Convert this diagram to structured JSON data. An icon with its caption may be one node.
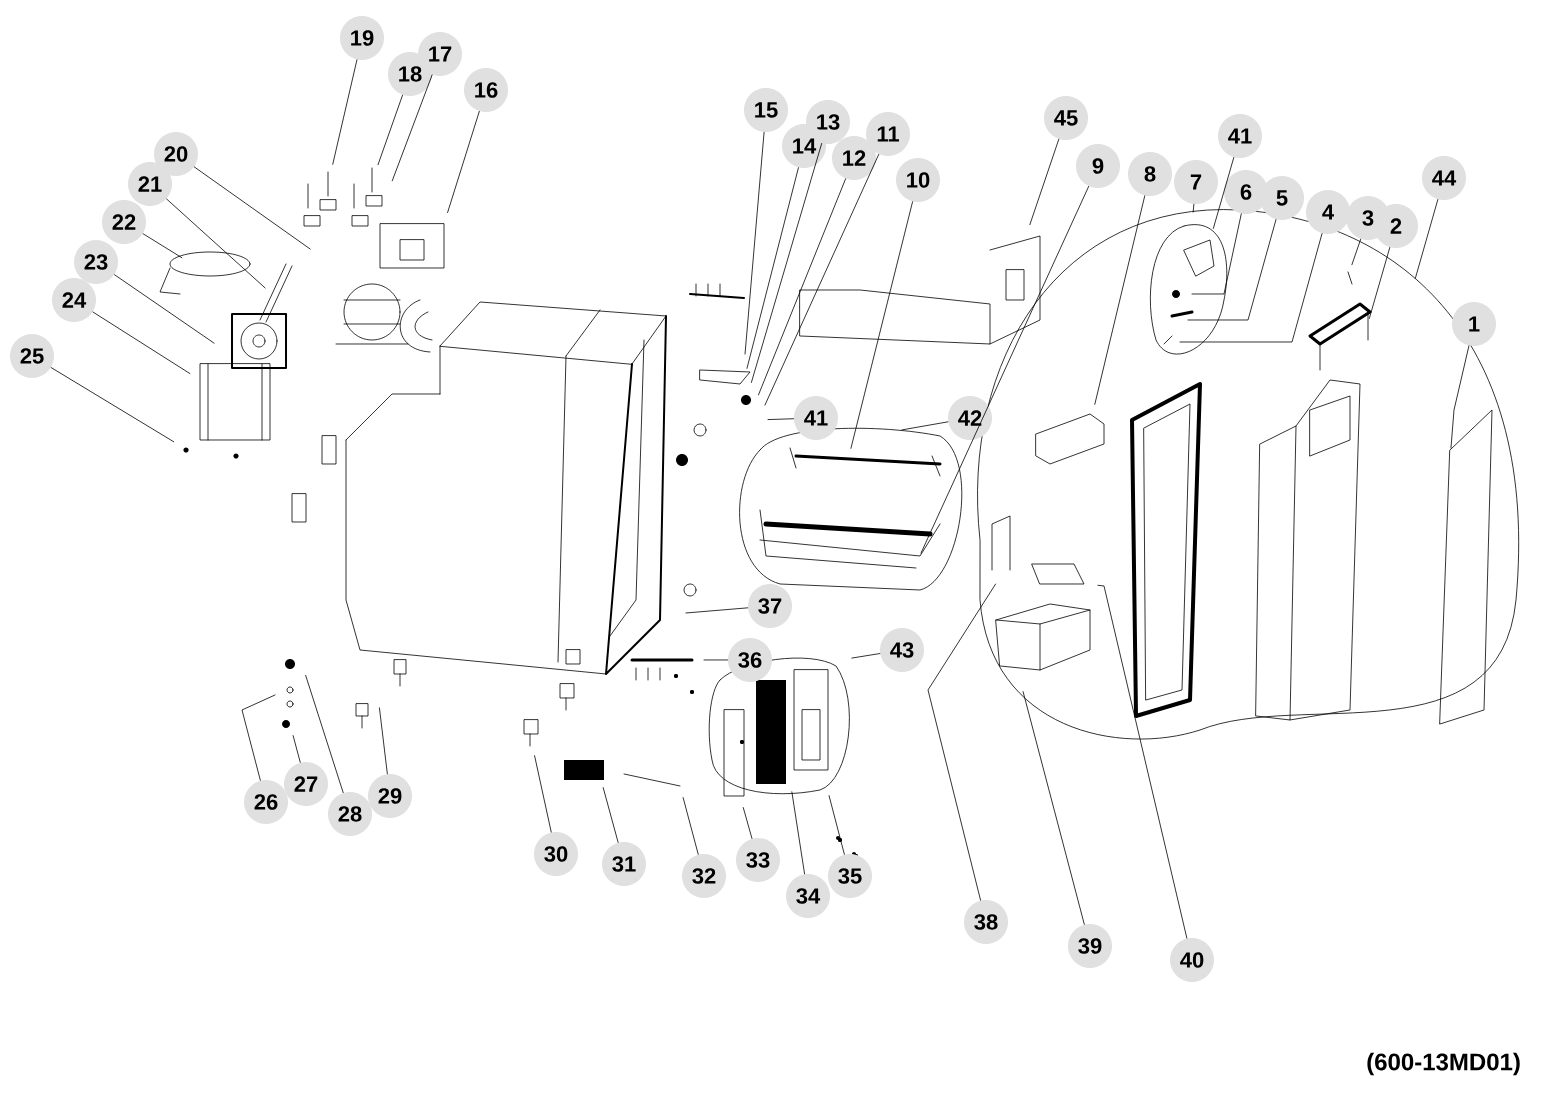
{
  "diagram": {
    "nodes": [
      {
        "text": [
          "1"
        ]
      },
      {
        "text": [
          "2"
        ]
      },
      {
        "text": [
          "3"
        ]
      },
      {
        "text": [
          "4"
        ]
      },
      {
        "text": [
          "5"
        ]
      },
      {
        "text": [
          "6"
        ]
      },
      {
        "text": [
          "7"
        ]
      },
      {
        "text": [
          "8"
        ]
      },
      {
        "text": [
          "9"
        ]
      },
      {
        "text": [
          "10"
        ]
      },
      {
        "text": [
          "11"
        ]
      },
      {
        "text": [
          "12"
        ]
      },
      {
        "text": [
          "13"
        ]
      },
      {
        "text": [
          "14"
        ]
      },
      {
        "text": [
          "15"
        ]
      },
      {
        "text": [
          "16"
        ]
      },
      {
        "text": [
          "17"
        ]
      },
      {
        "text": [
          "18"
        ]
      },
      {
        "text": [
          "19"
        ]
      },
      {
        "text": [
          "20"
        ]
      },
      {
        "text": [
          "21"
        ]
      },
      {
        "text": [
          "22"
        ]
      },
      {
        "text": [
          "23"
        ]
      },
      {
        "text": [
          "24"
        ]
      },
      {
        "text": [
          "25"
        ]
      },
      {
        "text": [
          "26"
        ]
      },
      {
        "text": [
          "27"
        ]
      },
      {
        "text": [
          "28"
        ]
      },
      {
        "text": [
          "29"
        ]
      },
      {
        "text": [
          "30"
        ]
      },
      {
        "text": [
          "31"
        ]
      },
      {
        "text": [
          "32"
        ]
      },
      {
        "text": [
          "33"
        ]
      },
      {
        "text": [
          "34"
        ]
      },
      {
        "text": [
          "35"
        ]
      },
      {
        "text": [
          "36"
        ]
      },
      {
        "text": [
          "37"
        ]
      },
      {
        "text": [
          "38"
        ]
      },
      {
        "text": [
          "39"
        ]
      },
      {
        "text": [
          "40"
        ]
      },
      {
        "text": [
          "41"
        ]
      },
      {
        "text": [
          "41"
        ]
      },
      {
        "text": [
          "42"
        ]
      },
      {
        "text": [
          "43"
        ]
      },
      {
        "text": [
          "44"
        ]
      },
      {
        "text": [
          "45"
        ]
      }
    ],
    "edges": [
      {
        "from": 0,
        "to": null,
        "arrow": "none"
      },
      {
        "from": 1,
        "to": null,
        "arrow": "none"
      },
      {
        "from": 2,
        "to": null,
        "arrow": "none"
      },
      {
        "from": 3,
        "to": null,
        "arrow": "none"
      },
      {
        "from": 4,
        "to": null,
        "arrow": "none"
      },
      {
        "from": 5,
        "to": null,
        "arrow": "none"
      },
      {
        "from": 6,
        "to": null,
        "arrow": "none"
      },
      {
        "from": 7,
        "to": null,
        "arrow": "none"
      },
      {
        "from": 8,
        "to": null,
        "arrow": "none"
      },
      {
        "from": 9,
        "to": null,
        "arrow": "none"
      },
      {
        "from": 10,
        "to": null,
        "arrow": "none"
      },
      {
        "from": 11,
        "to": null,
        "arrow": "none"
      },
      {
        "from": 12,
        "to": null,
        "arrow": "none"
      },
      {
        "from": 13,
        "to": null,
        "arrow": "none"
      },
      {
        "from": 14,
        "to": null,
        "arrow": "none"
      },
      {
        "from": 15,
        "to": null,
        "arrow": "none"
      },
      {
        "from": 16,
        "to": null,
        "arrow": "none"
      },
      {
        "from": 17,
        "to": null,
        "arrow": "none"
      },
      {
        "from": 18,
        "to": null,
        "arrow": "none"
      },
      {
        "from": 19,
        "to": null,
        "arrow": "none"
      },
      {
        "from": 20,
        "to": null,
        "arrow": "none"
      },
      {
        "from": 21,
        "to": null,
        "arrow": "none"
      },
      {
        "from": 22,
        "to": null,
        "arrow": "none"
      },
      {
        "from": 23,
        "to": null,
        "arrow": "none"
      },
      {
        "from": 24,
        "to": null,
        "arrow": "none"
      },
      {
        "from": 25,
        "to": null,
        "arrow": "none"
      },
      {
        "from": 26,
        "to": null,
        "arrow": "none"
      },
      {
        "from": 27,
        "to": null,
        "arrow": "none"
      },
      {
        "from": 28,
        "to": null,
        "arrow": "none"
      },
      {
        "from": 29,
        "to": null,
        "arrow": "none"
      },
      {
        "from": 30,
        "to": null,
        "arrow": "none"
      },
      {
        "from": 31,
        "to": null,
        "arrow": "none"
      },
      {
        "from": 32,
        "to": null,
        "arrow": "none"
      },
      {
        "from": 33,
        "to": null,
        "arrow": "none"
      },
      {
        "from": 34,
        "to": null,
        "arrow": "none"
      },
      {
        "from": 35,
        "to": null,
        "arrow": "none"
      },
      {
        "from": 36,
        "to": null,
        "arrow": "none"
      },
      {
        "from": 37,
        "to": null,
        "arrow": "none"
      },
      {
        "from": 38,
        "to": null,
        "arrow": "none"
      },
      {
        "from": 39,
        "to": null,
        "arrow": "none"
      },
      {
        "from": 40,
        "to": null,
        "arrow": "none"
      },
      {
        "from": 41,
        "to": null,
        "arrow": "none"
      },
      {
        "from": 42,
        "to": null,
        "arrow": "none"
      },
      {
        "from": 43,
        "to": null,
        "arrow": "none"
      },
      {
        "from": 44,
        "to": null,
        "arrow": "none"
      },
      {
        "from": 45,
        "to": null,
        "arrow": "none"
      }
    ],
    "labels": [
      "(600-13MD01)"
    ]
  }
}
